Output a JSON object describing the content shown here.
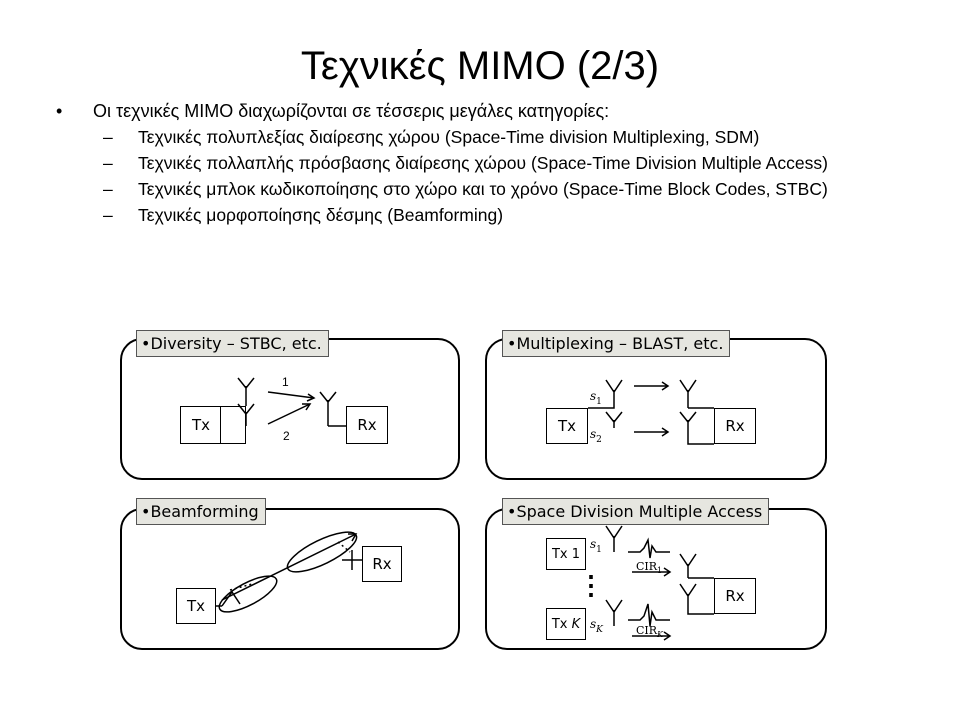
{
  "title": "Τεχνικές ΜΙΜΟ (2/3)",
  "intro": "Οι τεχνικές ΜΙΜΟ διαχωρίζονται σε τέσσερις μεγάλες κατηγορίες:",
  "bullet_mark": "•",
  "dash_mark": "–",
  "subitems": [
    "Τεχνικές πολυπλεξίας διαίρεσης χώρου (Space-Time division Multiplexing, SDM)",
    "Τεχνικές πολλαπλής πρόσβασης διαίρεσης χώρου (Space-Time Division Multiple Access)",
    "Τεχνικές μπλοκ κωδικοποίησης στο χώρο και το χρόνο (Space-Time Block Codes, STBC)",
    "Τεχνικές μορφοποίησης δέσμης (Beamforming)"
  ],
  "panels": {
    "diversity": {
      "label": "•Diversity – STBC, etc.",
      "tx": "Tx",
      "rx": "Rx",
      "path1": "1",
      "path2": "2"
    },
    "multiplexing": {
      "label": "•Multiplexing – BLAST, etc.",
      "tx": "Tx",
      "rx": "Rx",
      "s1": "s",
      "s1_sub": "1",
      "s2": "s",
      "s2_sub": "2"
    },
    "beamforming": {
      "label": "•Beamforming",
      "tx": "Tx",
      "rx": "Rx"
    },
    "sdma": {
      "label": "•Space Division Multiple Access",
      "tx1": "Tx 1",
      "txk_prefix": "Tx ",
      "txk_italic": "K",
      "rx": "Rx",
      "s1": "s",
      "s1_sub": "1",
      "sk": "s",
      "sk_sub": "K",
      "cir1": "CIR",
      "cir1_sub": "1",
      "cirk": "CIR",
      "cirk_sub": "K",
      "ellipsis": "⋮"
    }
  }
}
